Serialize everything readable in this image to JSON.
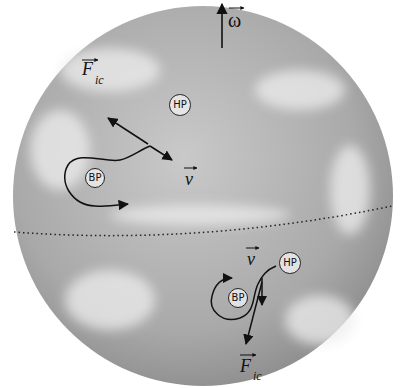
{
  "diagram": {
    "nodes": [
      {
        "text": [
          "HP"
        ]
      },
      {
        "text": [
          "BP"
        ]
      },
      {
        "text": [
          "HP"
        ]
      },
      {
        "text": [
          "BP"
        ]
      }
    ],
    "labels": [
      "ω",
      "F",
      "ic",
      "v",
      "v",
      "F",
      "ic"
    ]
  }
}
